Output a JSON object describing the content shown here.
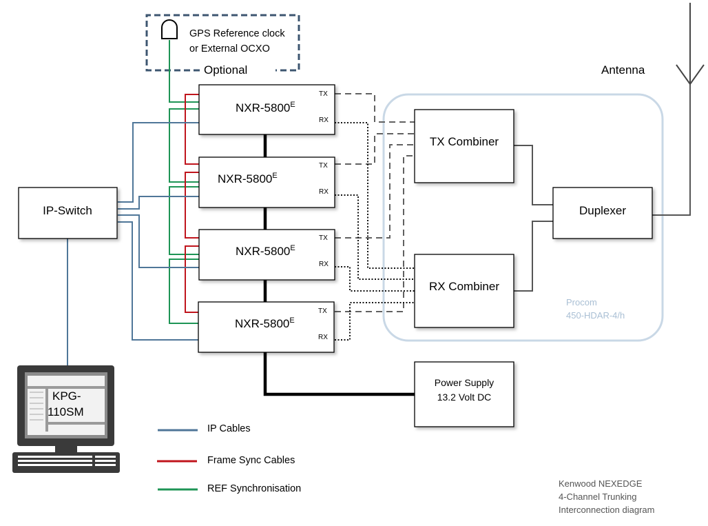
{
  "optional_group": {
    "label": "Optional",
    "gps_line1": "GPS Reference clock",
    "gps_line2": "or External OCXO",
    "icon": "gps-antenna-icon"
  },
  "repeaters": [
    {
      "name": "NXR-5800",
      "sup": "E",
      "tx": "TX",
      "rx": "RX"
    },
    {
      "name": "NXR-5800",
      "sup": "E",
      "tx": "TX",
      "rx": "RX"
    },
    {
      "name": "NXR-5800",
      "sup": "E",
      "tx": "TX",
      "rx": "RX"
    },
    {
      "name": "NXR-5800",
      "sup": "E",
      "tx": "TX",
      "rx": "RX"
    }
  ],
  "ip_switch": {
    "label": "IP-Switch"
  },
  "computer": {
    "line1": "KPG-",
    "line2": "110SM"
  },
  "tx_combiner": {
    "label": "TX Combiner"
  },
  "rx_combiner": {
    "label": "RX Combiner"
  },
  "duplexer": {
    "label": "Duplexer"
  },
  "antenna": {
    "label": "Antenna"
  },
  "procom": {
    "line1": "Procom",
    "line2": "450-HDAR-4/h",
    "color": "#a9bfd4"
  },
  "power_supply": {
    "line1": "Power Supply",
    "line2": "13.2 Volt DC"
  },
  "legend": [
    {
      "label": "IP Cables",
      "color": "#4f7698"
    },
    {
      "label": "Frame Sync Cables",
      "color": "#c0141c"
    },
    {
      "label": "REF Synchronisation",
      "color": "#1e9455"
    }
  ],
  "caption": {
    "line1": "Kenwood NEXEDGE",
    "line2": "4-Channel Trunking",
    "line3": "Interconnection diagram"
  }
}
